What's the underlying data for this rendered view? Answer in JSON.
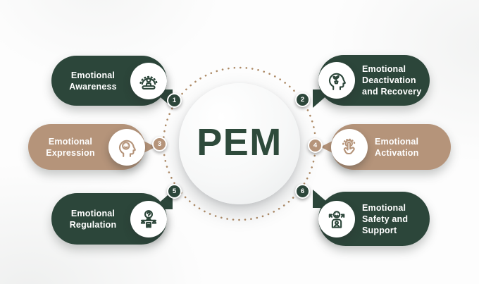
{
  "diagram": {
    "center_label": "PEM",
    "items": [
      {
        "number": "1",
        "label": "Emotional Awareness",
        "icon": "meditation-icon",
        "color_role": "green"
      },
      {
        "number": "2",
        "label": "Emotional Deactivation and Recovery",
        "icon": "head-sprout-icon",
        "color_role": "green"
      },
      {
        "number": "3",
        "label": "Emotional Expression",
        "icon": "head-smiley-icon",
        "color_role": "tan"
      },
      {
        "number": "4",
        "label": "Emotional Activation",
        "icon": "tap-gesture-icon",
        "color_role": "tan"
      },
      {
        "number": "5",
        "label": "Emotional Regulation",
        "icon": "balance-question-icon",
        "color_role": "green"
      },
      {
        "number": "6",
        "label": "Emotional Safety and Support",
        "icon": "support-person-icon",
        "color_role": "green"
      }
    ],
    "colors": {
      "green": "#2c463a",
      "tan": "#b5947a",
      "dot_ring": "#ad8a66",
      "center_text": "#2e4a3b",
      "label_text": "#ffffff",
      "center_circle": "#f4f5f6",
      "background": "#fdfdfd"
    }
  }
}
